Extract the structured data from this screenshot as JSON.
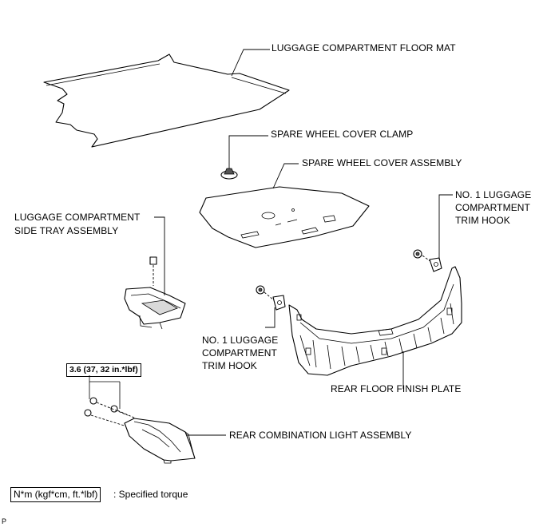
{
  "labels": {
    "floor_mat": "LUGGAGE COMPARTMENT FLOOR MAT",
    "cover_clamp": "SPARE WHEEL COVER CLAMP",
    "cover_assembly": "SPARE WHEEL COVER ASSEMBLY",
    "hook_right_line1": "NO. 1 LUGGAGE",
    "hook_right_line2": "COMPARTMENT",
    "hook_right_line3": "TRIM HOOK",
    "side_tray_line1": "LUGGAGE COMPARTMENT",
    "side_tray_line2": "SIDE TRAY ASSEMBLY",
    "hook_left_line1": "NO. 1 LUGGAGE",
    "hook_left_line2": "COMPARTMENT",
    "hook_left_line3": "TRIM HOOK",
    "finish_plate": "REAR FLOOR FINISH PLATE",
    "combination_light": "REAR COMBINATION LIGHT ASSEMBLY"
  },
  "torque": {
    "value": "3.6 (37, 32 in.*lbf)"
  },
  "legend": {
    "unit_box": "N*m (kgf*cm, ft.*lbf)",
    "description": ": Specified torque"
  },
  "corner_mark": "P"
}
